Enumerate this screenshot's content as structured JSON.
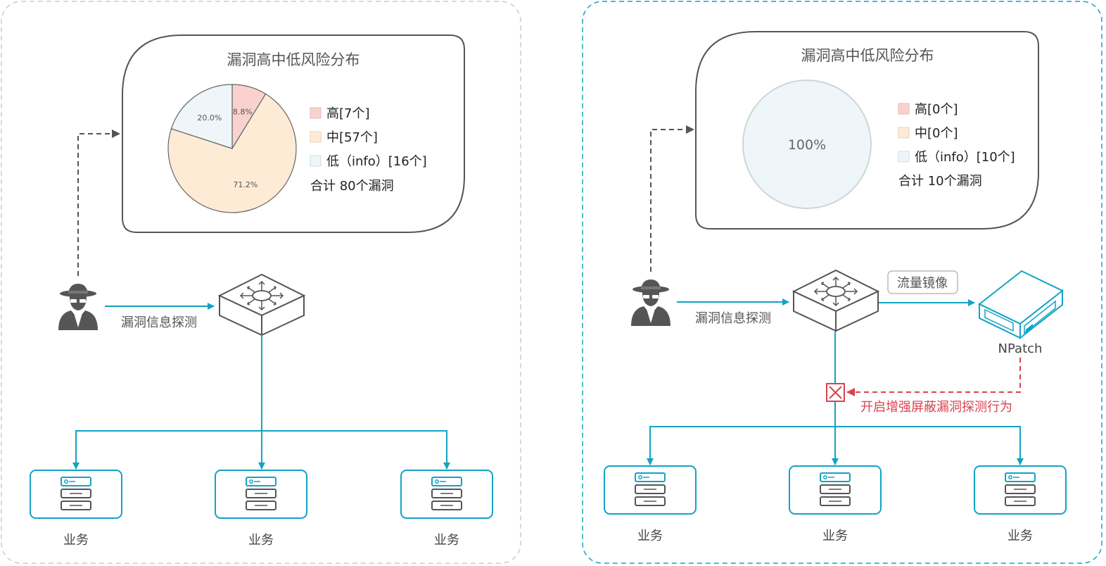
{
  "colors": {
    "accent": "#12a3c4",
    "high": "#f9d2cf",
    "mid": "#fdebd6",
    "low": "#eef6f9",
    "alert": "#d9434f",
    "dashed_gray": "#555555",
    "text": "#555555"
  },
  "left": {
    "box_title": "漏洞高中低风险分布",
    "legend": {
      "high": "高[7个]",
      "mid": "中[57个]",
      "low": "低（info）[16个]",
      "total": "合计  80个漏洞"
    },
    "probe_label": "漏洞信息探测",
    "servers": [
      "业务",
      "业务",
      "业务"
    ]
  },
  "right": {
    "box_title": "漏洞高中低风险分布",
    "legend": {
      "high": "高[0个]",
      "mid": "中[0个]",
      "low": "低（info）[10个]",
      "total": "合计  10个漏洞"
    },
    "probe_label": "漏洞信息探测",
    "mirror_label": "流量镜像",
    "npatch_label": "NPatch",
    "block_label": "开启增强屏蔽漏洞探测行为",
    "servers": [
      "业务",
      "业务",
      "业务"
    ]
  },
  "chart_data": [
    {
      "type": "pie",
      "title": "漏洞高中低风险分布",
      "categories": [
        "高",
        "中",
        "低（info）"
      ],
      "values": [
        7,
        57,
        16
      ],
      "labels": [
        "8.8%",
        "71.2%",
        "20.0%"
      ]
    },
    {
      "type": "pie",
      "title": "漏洞高中低风险分布",
      "categories": [
        "高",
        "中",
        "低（info）"
      ],
      "values": [
        0,
        0,
        10
      ],
      "labels": [
        "100%"
      ]
    }
  ]
}
